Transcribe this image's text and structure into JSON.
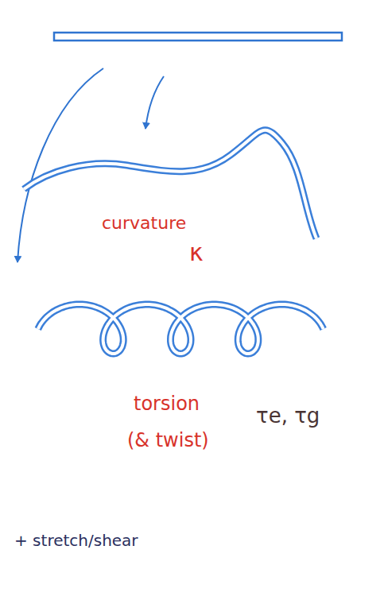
{
  "diagram": {
    "labels": [
      "curvature",
      "κ",
      "torsion",
      "(& twist)",
      "τe, τg",
      "+ stretch/shear"
    ]
  }
}
